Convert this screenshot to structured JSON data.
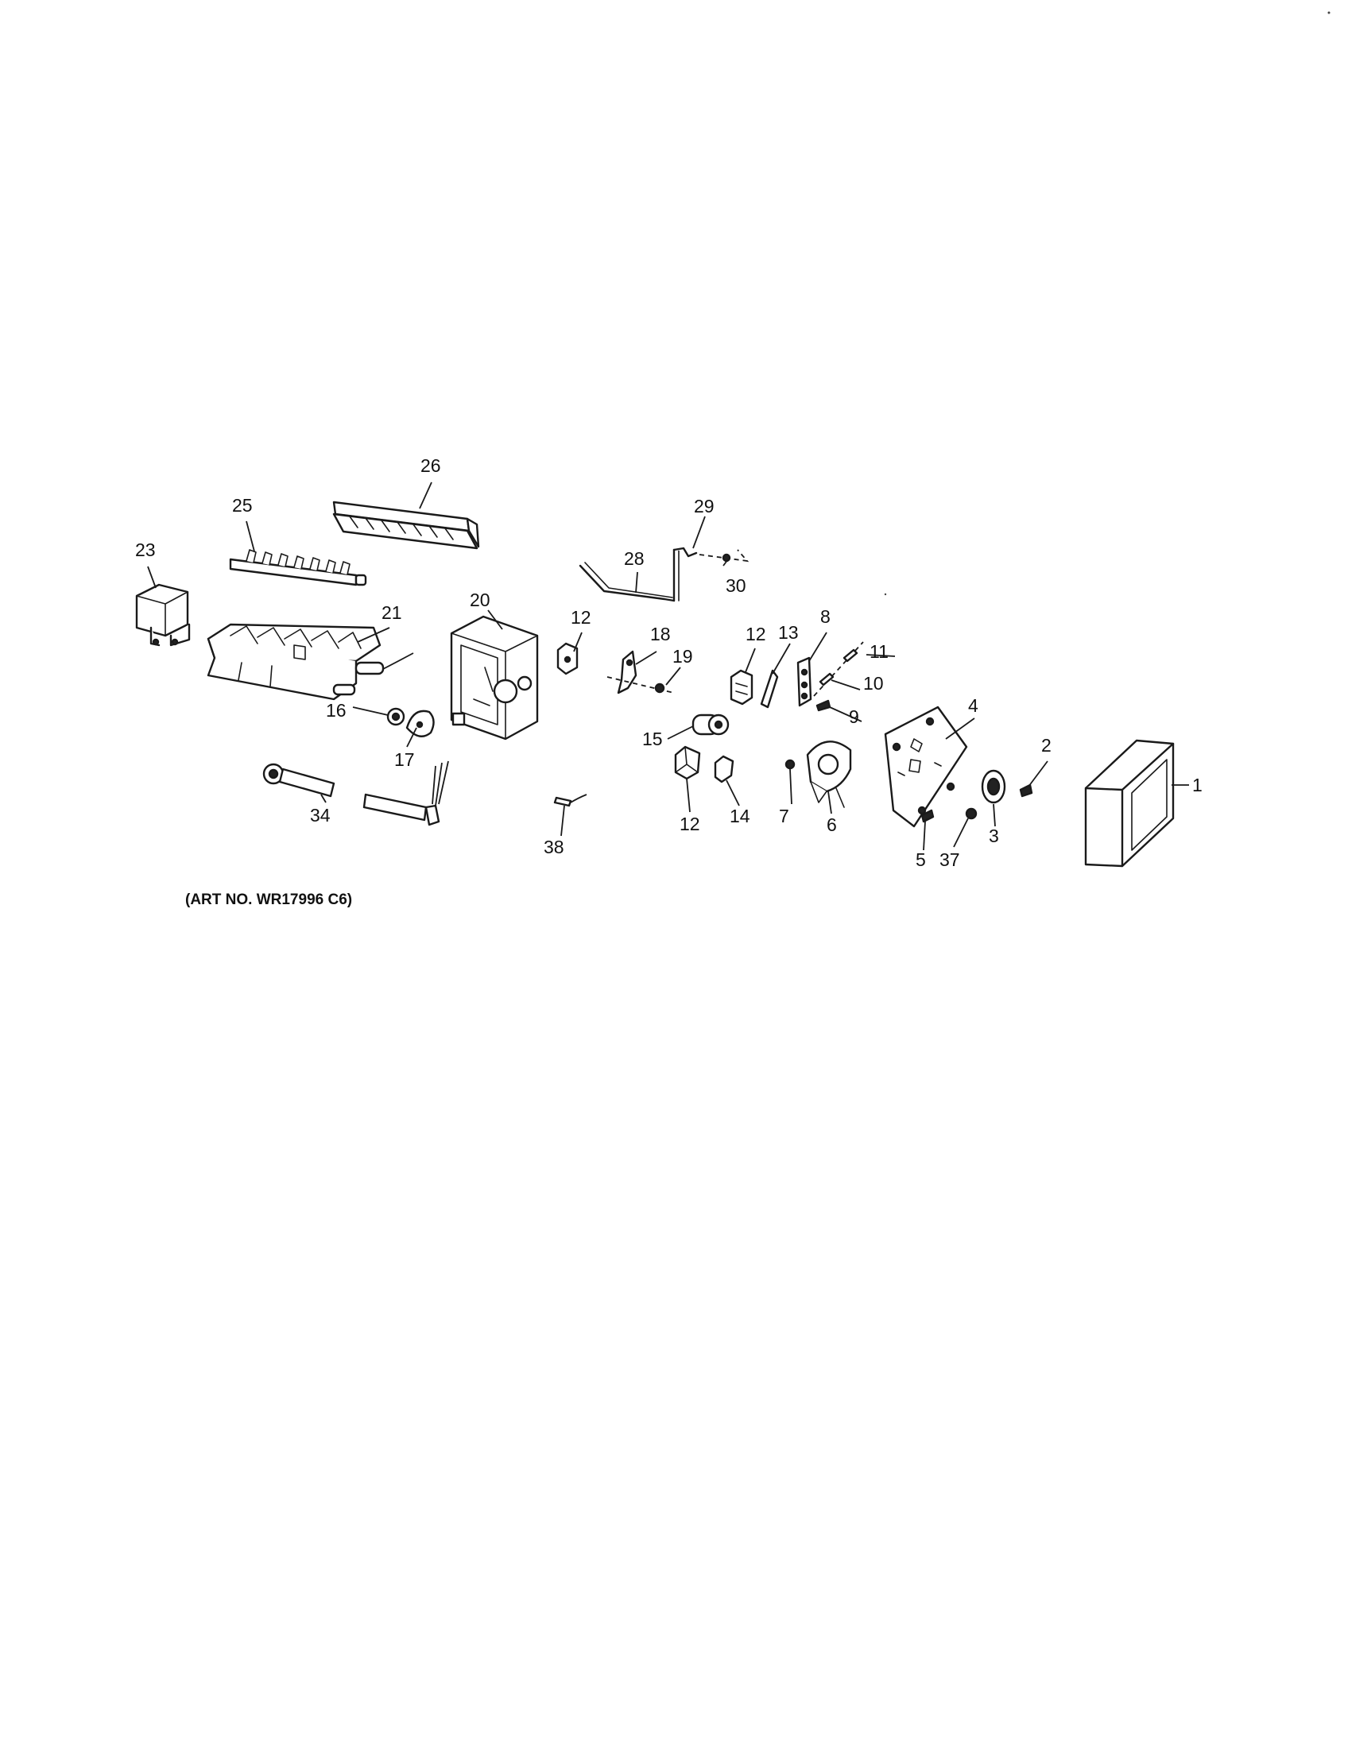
{
  "diagram": {
    "art_number": "(ART NO. WR17996 C6)",
    "callouts": {
      "c1": "1",
      "c2": "2",
      "c3": "3",
      "c4": "4",
      "c5": "5",
      "c6": "6",
      "c7": "7",
      "c8": "8",
      "c9": "9",
      "c10": "10",
      "c11": "11",
      "c12a": "12",
      "c12b": "12",
      "c12c": "12",
      "c13": "13",
      "c14": "14",
      "c15": "15",
      "c16": "16",
      "c17": "17",
      "c18": "18",
      "c19": "19",
      "c20": "20",
      "c21": "21",
      "c23": "23",
      "c25": "25",
      "c26": "26",
      "c28": "28",
      "c29": "29",
      "c30": "30",
      "c34": "34",
      "c37": "37",
      "c38": "38"
    }
  }
}
